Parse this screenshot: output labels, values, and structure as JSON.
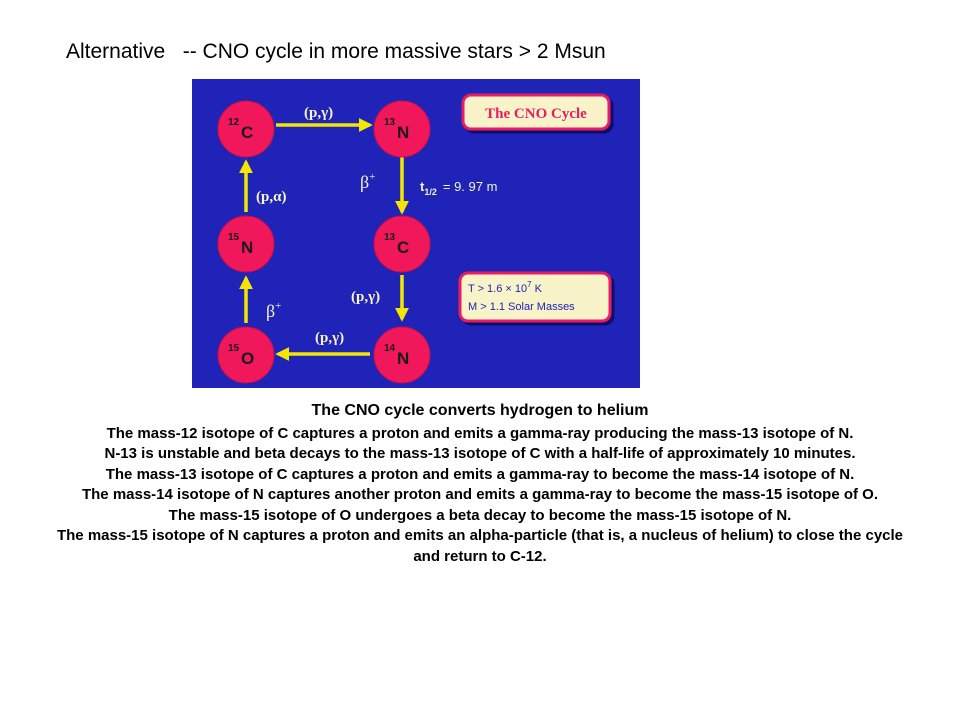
{
  "slide": {
    "title": "Alternative   -- CNO cycle in more massive stars > 2 Msun"
  },
  "diagram": {
    "box_title": "The CNO Cycle",
    "nuclei": {
      "c12": {
        "mass": "12",
        "symbol": "C"
      },
      "n13": {
        "mass": "13",
        "symbol": "N"
      },
      "c13": {
        "mass": "13",
        "symbol": "C"
      },
      "n14": {
        "mass": "14",
        "symbol": "N"
      },
      "o15": {
        "mass": "15",
        "symbol": "O"
      },
      "n15": {
        "mass": "15",
        "symbol": "N"
      }
    },
    "reactions": {
      "c12_n13": {
        "open": "(p,",
        "particle": "γ",
        "close": ")"
      },
      "n13_c13": {
        "beta": "β",
        "sup": "+"
      },
      "c13_n14": {
        "open": "(p,",
        "particle": "γ",
        "close": ")"
      },
      "n14_o15": {
        "open": "(p,",
        "particle": "γ",
        "close": ")"
      },
      "o15_n15": {
        "beta": "β",
        "sup": "+"
      },
      "n15_c12": {
        "open": "(p,",
        "particle": "α",
        "close": ")"
      }
    },
    "half_life": {
      "t": "t",
      "sub": "1/2",
      "rest": "= 9. 97 m"
    },
    "conditions": {
      "line1_prefix": "T > 1.6 × 10",
      "line1_exp": "7",
      "line1_suffix": " K",
      "line2": "M > 1.1 Solar Masses"
    },
    "colors": {
      "background": "#1f23b7",
      "nucleus": "#f0185a",
      "arrow": "#f4e600",
      "label_box_fill": "#f8f3c8",
      "label_box_border": "#e81c60"
    }
  },
  "caption": {
    "heading": "The CNO cycle converts hydrogen to helium",
    "lines": [
      "The mass-12 isotope of C captures a proton and emits a gamma-ray producing the mass-13 isotope of N.",
      "N-13 is unstable and beta decays to the mass-13 isotope of C with a half-life of approximately 10 minutes.",
      "The mass-13 isotope of C captures a proton and emits a gamma-ray to become the mass-14 isotope of N.",
      "The mass-14 isotope of N captures another proton and emits a gamma-ray to become the mass-15 isotope of O.",
      "The mass-15 isotope of O undergoes a beta decay to become the mass-15 isotope of N.",
      "The mass-15 isotope of N captures a proton and emits an alpha-particle (that is, a nucleus of helium) to close the cycle and return to C-12."
    ]
  }
}
